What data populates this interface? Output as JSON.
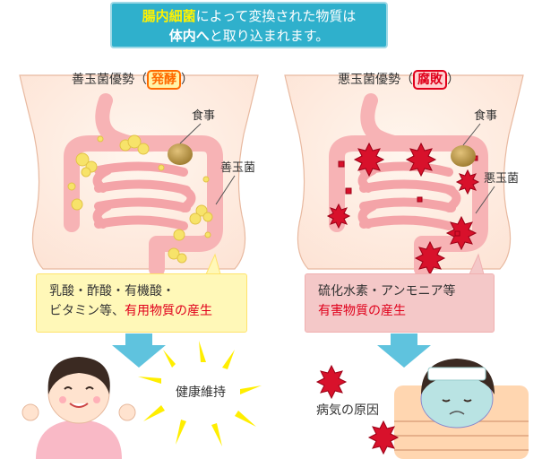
{
  "banner": {
    "line1_hl": "腸内細菌",
    "line1_rest": "によって変換された物質は",
    "line2_b": "体内へ",
    "line2_rest": "と取り込まれます。"
  },
  "good_panel": {
    "title_prefix": "善玉菌優勢（",
    "title_tag": "発酵",
    "title_suffix": "）",
    "food_label": "食事",
    "bacteria_label": "善玉菌",
    "callout_line1": "乳酸・酢酸・有機酸・",
    "callout_line2_plain": "ビタミン等、",
    "callout_line2_red": "有用物質の産生",
    "result_label": "健康維持"
  },
  "bad_panel": {
    "title_prefix": "悪玉菌優勢（",
    "title_tag": "腐敗",
    "title_suffix": "）",
    "food_label": "食事",
    "bacteria_label": "悪玉菌",
    "callout_line1": "硫化水素・アンモニア等",
    "callout_line2_red": "有害物質の産生",
    "result_label": "病気の原因"
  },
  "colors": {
    "banner_bg": "#2fb0cc",
    "highlight": "#fff200",
    "intestine": "#f7b3b5",
    "good_bacteria": "#f7e36a",
    "bad_bacteria": "#d8112b",
    "arrow": "#5fc3de",
    "flash": "#ffee00",
    "red_text": "#e0001b"
  }
}
